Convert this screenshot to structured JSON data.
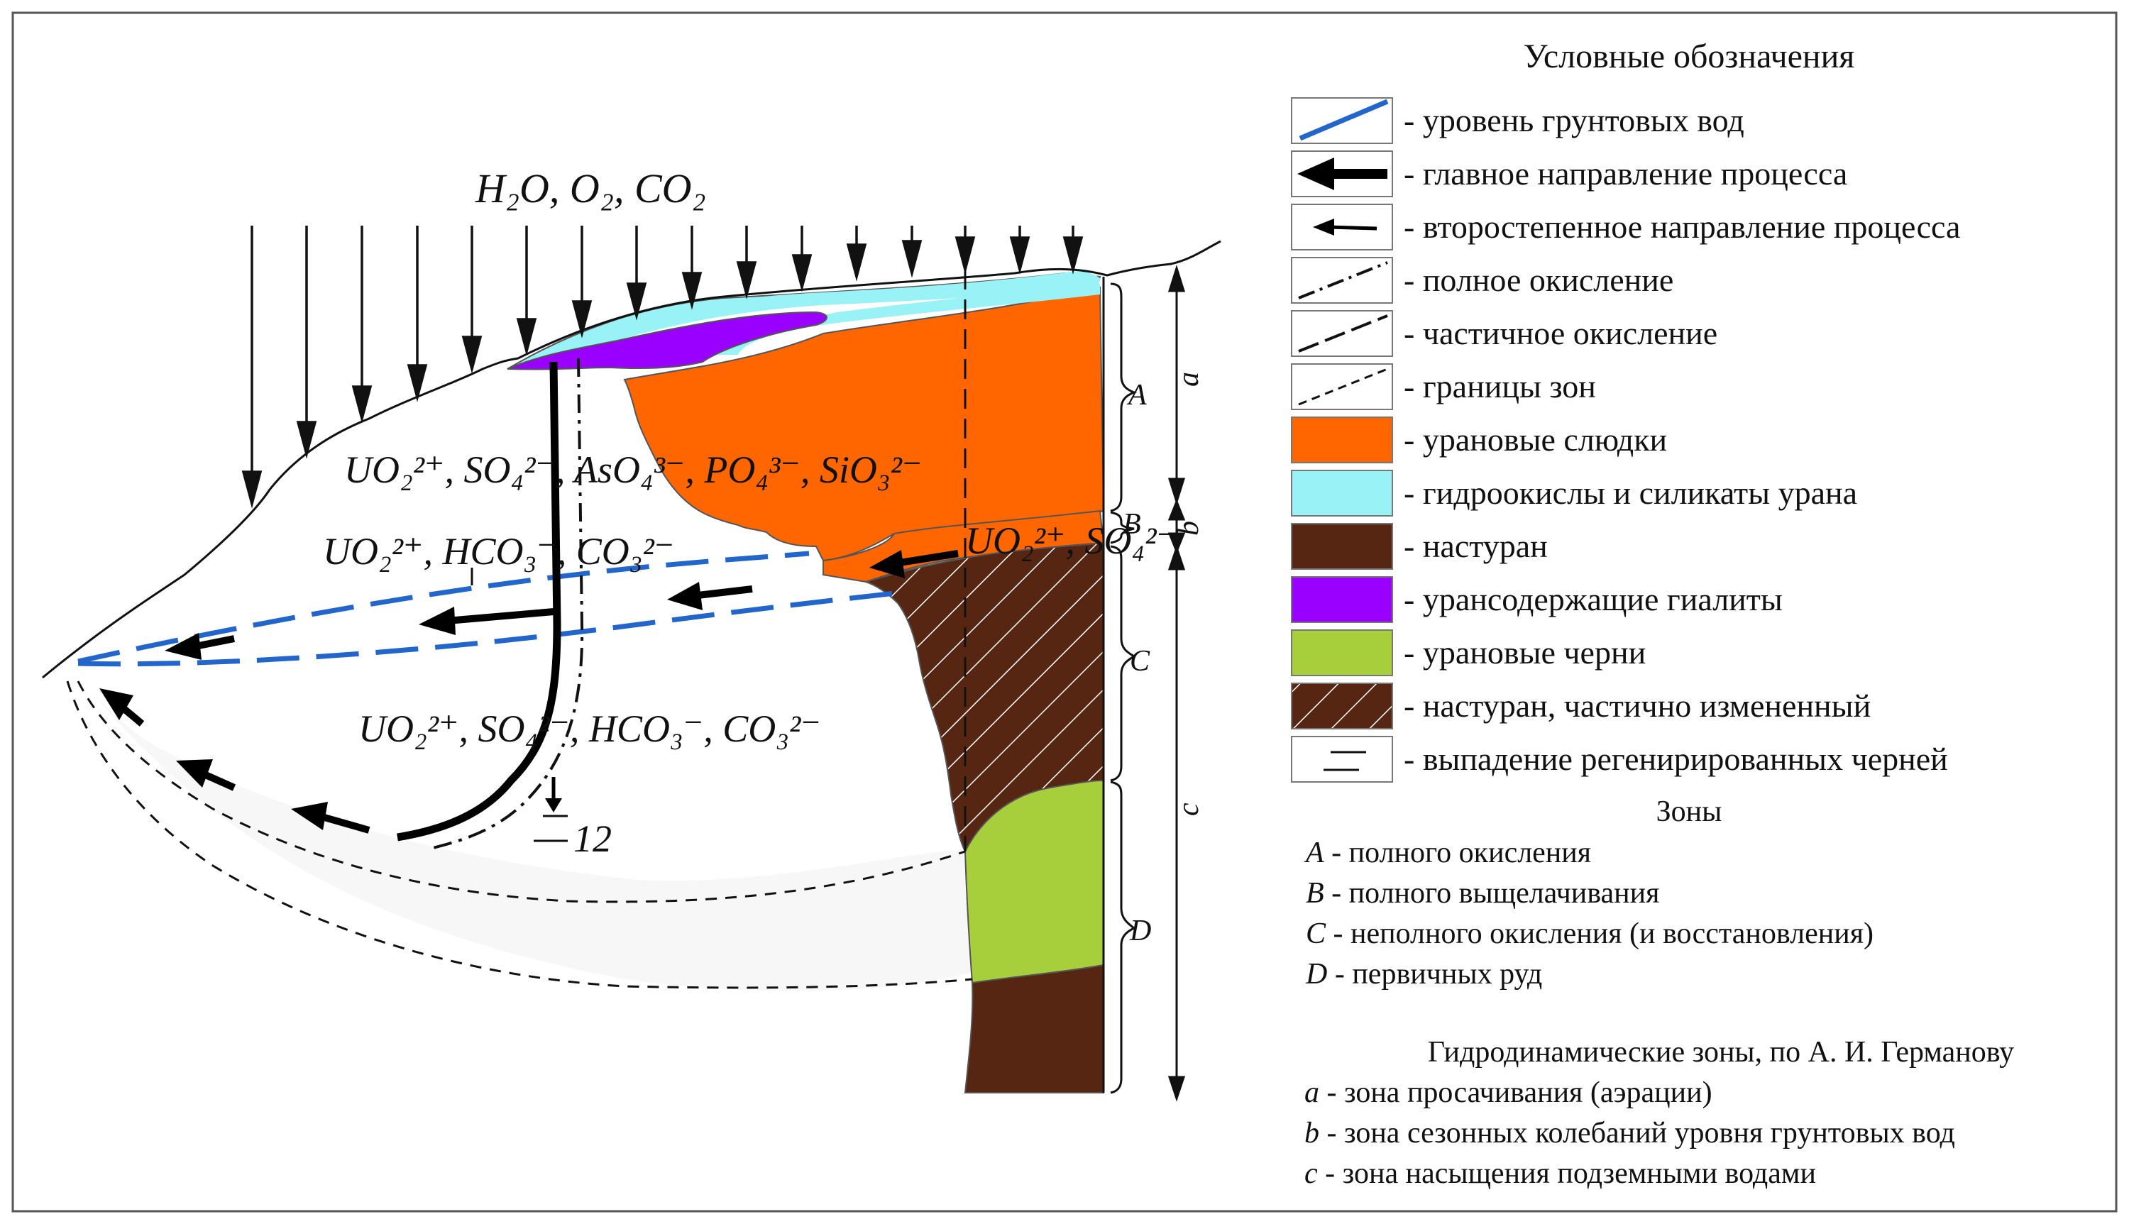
{
  "diagram": {
    "top_label": "H₂O, O₂, CO₂",
    "ion_rows": [
      "UO₂²⁺, SO₄²⁻, AsO₄³⁻, PO₄³⁻, SiO₃²⁻",
      "UO₂²⁺, HCO₃⁻, CO₃²⁻",
      "UO₂²⁺, SO₄²⁻",
      "UO₂²⁺, SO₄²⁻, HCO₃⁻, CO₃²⁻"
    ],
    "precip_label": "12",
    "zone_letters": [
      "A",
      "B",
      "C",
      "D"
    ],
    "hydro_letters": [
      "a",
      "b",
      "c"
    ]
  },
  "legend": {
    "title": "Условные обозначения",
    "items": [
      {
        "symbol": "groundwater-line",
        "label": "- уровень грунтовых вод"
      },
      {
        "symbol": "main-arrow",
        "label": "- главное направление процесса"
      },
      {
        "symbol": "secondary-arrow",
        "label": "- второстепенное направление процесса"
      },
      {
        "symbol": "dash-dot-line",
        "label": "- полное окисление"
      },
      {
        "symbol": "long-dash-line",
        "label": "- частичное окисление"
      },
      {
        "symbol": "short-dash-line",
        "label": "- границы зон"
      },
      {
        "symbol": "uranium-micas",
        "color": "#ff6600",
        "label": "- урановые слюдки"
      },
      {
        "symbol": "hydroxides",
        "color": "#99f2f5",
        "label": "- гидроокислы и силикаты урана"
      },
      {
        "symbol": "nasturan",
        "color": "#572612",
        "label": "- настуран"
      },
      {
        "symbol": "hyalites",
        "color": "#9900ff",
        "label": "- урансодержащие гиалиты"
      },
      {
        "symbol": "uranium-blacks",
        "color": "#a7cf3b",
        "label": "- урановые черни"
      },
      {
        "symbol": "altered-nasturan",
        "color": "#572612",
        "label": "- настуран, частично измененный"
      },
      {
        "symbol": "precipitation",
        "label": "- выпадение регенирированных черней"
      }
    ],
    "zones_title": "Зоны",
    "zones": [
      {
        "key": "A",
        "text": " - полного окисления"
      },
      {
        "key": "B",
        "text": " - полного выщелачивания"
      },
      {
        "key": "C",
        "text": " - неполного окисления (и восстановления)"
      },
      {
        "key": "D",
        "text": " - первичных руд"
      }
    ],
    "hydro_title": "Гидродинамические зоны, по А. И. Германову",
    "hydro": [
      {
        "key": "a",
        "text": " - зона просачивания (аэрации)"
      },
      {
        "key": "b",
        "text": " - зона сезонных колебаний уровня грунтовых вод"
      },
      {
        "key": "c",
        "text": " - зона насыщения подземными водами"
      }
    ]
  },
  "colors": {
    "groundwater": "#2266cc",
    "uranium_micas": "#ff6600",
    "hydroxides": "#99f2f5",
    "nasturan": "#572612",
    "hyalites": "#9900ff",
    "uranium_blacks": "#a7cf3b",
    "frame": "#555555"
  }
}
